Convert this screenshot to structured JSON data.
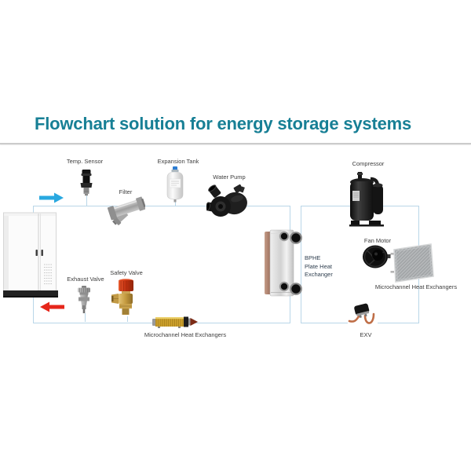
{
  "title": "Flowchart solution for energy storage systems",
  "colors": {
    "title_teal": "#177f95",
    "flow_line_blue": "#b9d6e8",
    "supply_arrow_blue": "#29a8e0",
    "return_arrow_red": "#e6261a",
    "label_gray": "#3d3d3d"
  },
  "diagram": {
    "labels": {
      "temp_sensor": "Temp. Sensor",
      "filter": "Filter",
      "expansion_tank": "Expansion Tank",
      "water_pump": "Water Pump",
      "exhaust_valve": "Exhaust Valve",
      "safety_valve": "Safety Valve",
      "microchannel_bottom": "Microchannel Heat Exchangers",
      "compressor": "Compressor",
      "fan_motor": "Fan Motor",
      "microchannel_right": "Microchannel Heat Exchangers",
      "exv": "EXV"
    },
    "bphe_label_lines": [
      "BPHE",
      "Plate Heat",
      "Exchanger"
    ]
  }
}
